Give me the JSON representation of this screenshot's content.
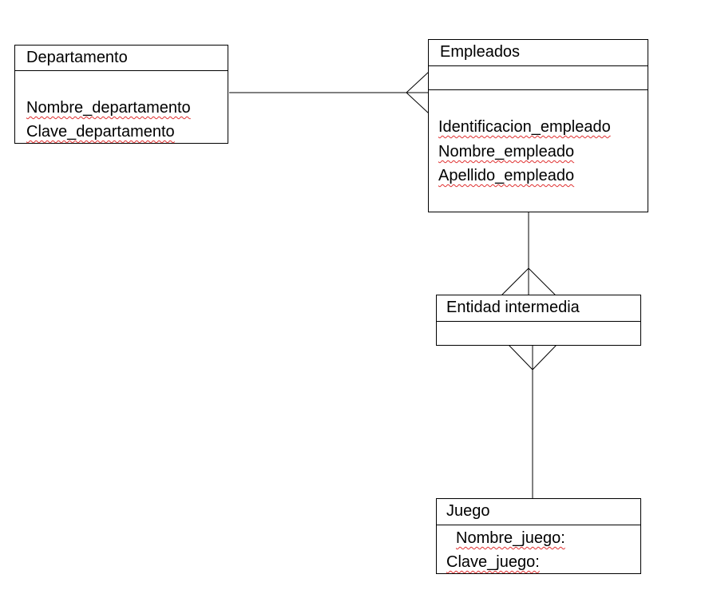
{
  "entities": {
    "departamento": {
      "title": "Departamento",
      "attributes": [
        "Nombre_departamento",
        "Clave_departamento"
      ]
    },
    "empleados": {
      "title": "Empleados",
      "attributes": [
        "Identificacion_empleado",
        "Nombre_empleado",
        "Apellido_empleado"
      ]
    },
    "intermedia": {
      "title": "Entidad intermedia",
      "attributes": []
    },
    "juego": {
      "title": "Juego",
      "attributes": [
        "Nombre_juego:",
        "Clave_juego:"
      ]
    }
  },
  "relationships": [
    {
      "from": "Departamento",
      "to": "Empleados",
      "from_end": "one",
      "to_end": "many"
    },
    {
      "from": "Empleados",
      "to": "Entidad intermedia",
      "from_end": "one",
      "to_end": "many"
    },
    {
      "from": "Juego",
      "to": "Entidad intermedia",
      "from_end": "one",
      "to_end": "many"
    }
  ],
  "colors": {
    "line": "#000000",
    "spellcheck_underline": "#e03030",
    "background": "#ffffff"
  }
}
